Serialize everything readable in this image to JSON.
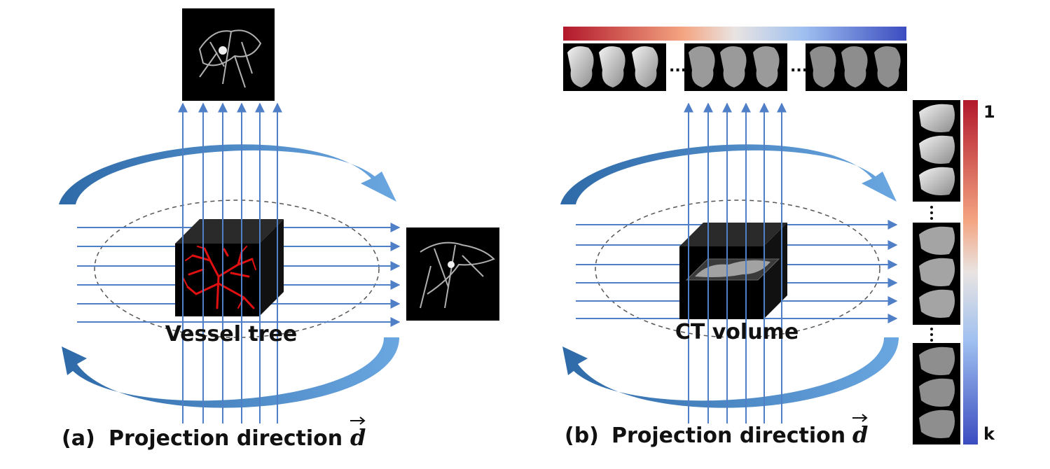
{
  "panel_a": {
    "caption_id": "(a)",
    "caption_text": "Projection direction",
    "vector_symbol": "d",
    "object_label": "Vessel tree"
  },
  "panel_b": {
    "caption_id": "(b)",
    "caption_text": "Projection direction",
    "vector_symbol": "d",
    "object_label": "CT volume",
    "ellipsis": "...",
    "colorbar_top_label": "1",
    "colorbar_bottom_label": "k"
  },
  "colors": {
    "ray": "#4f7fc6",
    "rotation_arrow": "#4f86c6",
    "vessel": "#e01010",
    "colormap_high": "#b2182b",
    "colormap_mid": "#dddddd",
    "colormap_low": "#3b4cc0"
  },
  "icons": {
    "projection_image": "projection-image",
    "rotation_arrow": "curved-arrow-icon"
  }
}
